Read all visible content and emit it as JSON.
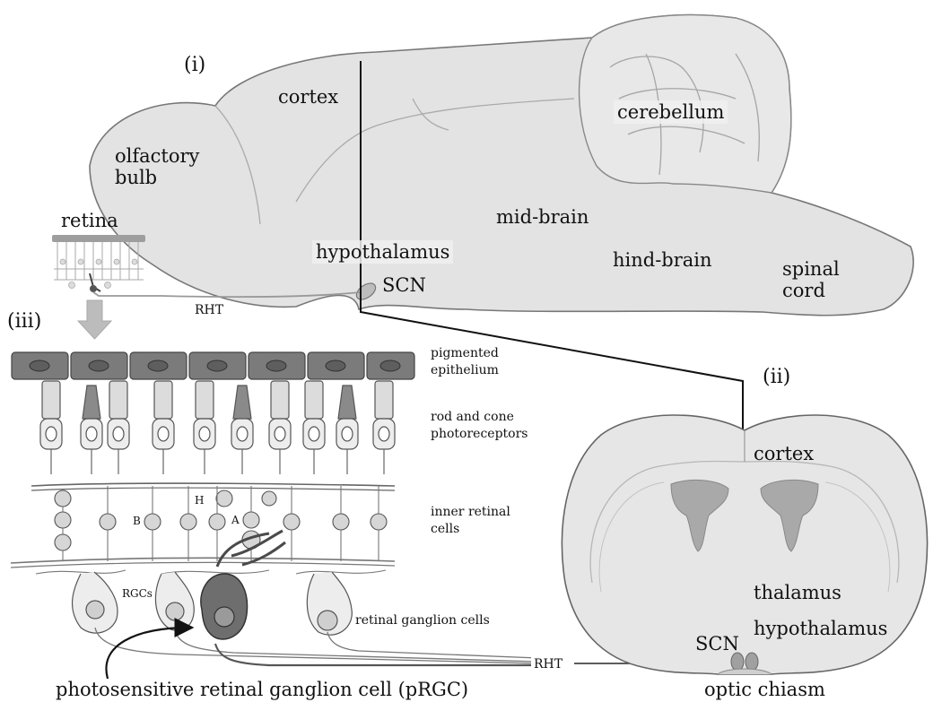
{
  "panels": {
    "i": "(i)",
    "ii": "(ii)",
    "iii": "(iii)"
  },
  "sagittal": {
    "cortex": "cortex",
    "olfactory_bulb": "olfactory\nbulb",
    "cerebellum": "cerebellum",
    "mid_brain": "mid-brain",
    "hypothalamus": "hypothalamus",
    "hind_brain": "hind-brain",
    "spinal_cord": "spinal\ncord",
    "scn": "SCN",
    "retina": "retina",
    "rht": "RHT"
  },
  "retina_detail": {
    "pigmented_epithelium": "pigmented\nepithelium",
    "photoreceptors": "rod and cone\nphotoreceptors",
    "inner_retinal_cells": "inner retinal\ncells",
    "retinal_ganglion_cells": "retinal ganglion cells",
    "rgcs": "RGCs",
    "h": "H",
    "b": "B",
    "a": "A",
    "rht": "RHT",
    "prgc": "photosensitive retinal ganglion cell (pRGC)"
  },
  "coronal": {
    "cortex": "cortex",
    "thalamus": "thalamus",
    "hypothalamus": "hypothalamus",
    "scn": "SCN",
    "optic_chiasm": "optic chiasm"
  },
  "colors": {
    "brain_fill": "#e3e3e3",
    "outline": "#555555",
    "cell_fill": "#d0d0d0",
    "prgc_fill": "#6e6e6e",
    "ventricle": "#a9a9a9"
  }
}
